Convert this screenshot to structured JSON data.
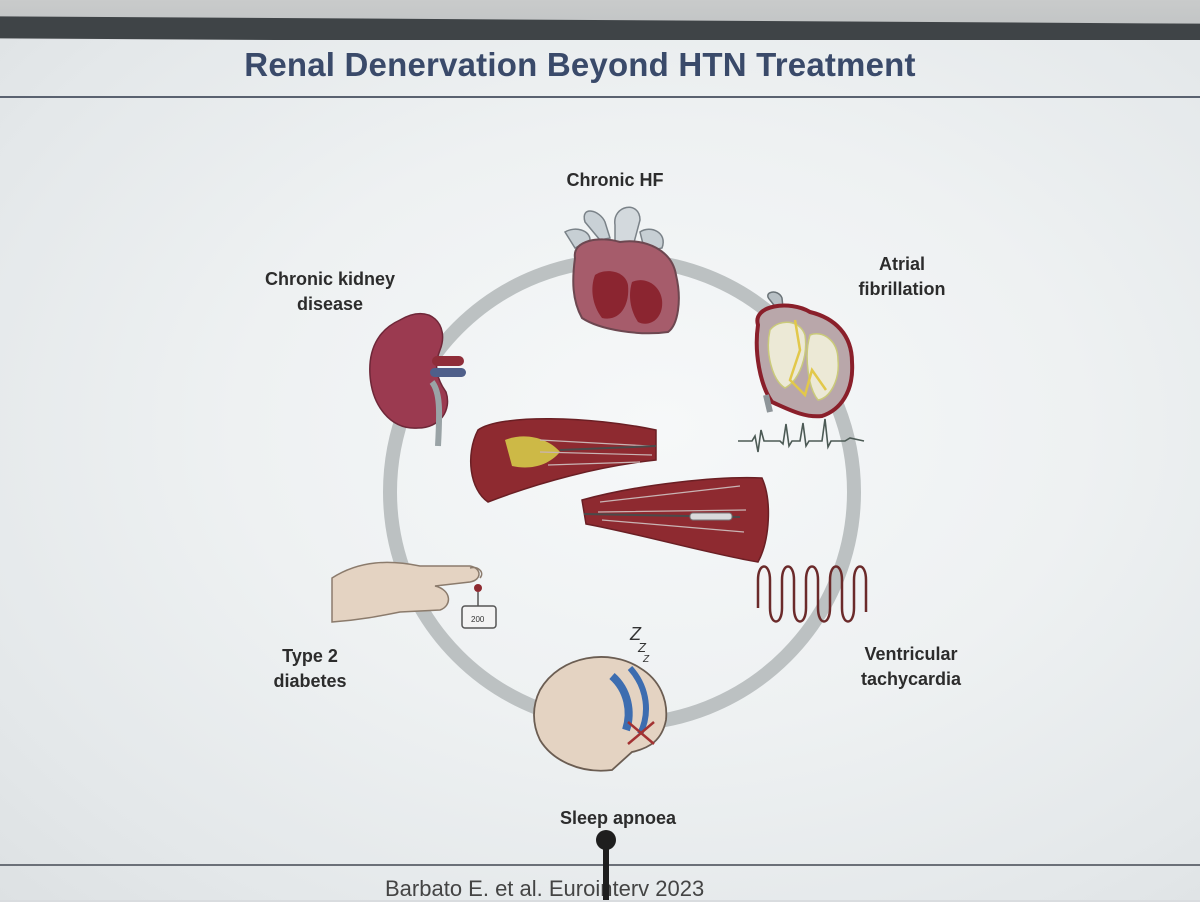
{
  "slide": {
    "title": "Renal Denervation Beyond HTN Treatment",
    "citation": "Barbato E. et al. Eurointerv 2023"
  },
  "diagram": {
    "conditions": {
      "chronic_hf": "Chronic HF",
      "atrial_fibrillation_line1": "Atrial",
      "atrial_fibrillation_line2": "fibrillation",
      "chronic_kidney_line1": "Chronic kidney",
      "chronic_kidney_line2": "disease",
      "ventricular_tachy_line1": "Ventricular",
      "ventricular_tachy_line2": "tachycardia",
      "type2_diabetes_line1": "Type 2",
      "type2_diabetes_line2": "diabetes",
      "sleep_apnoea": "Sleep apnoea"
    },
    "glucometer_reading": "200",
    "sleep_symbol": "Z"
  },
  "colors": {
    "title": "#3a4a6a",
    "cycle_ring": "#b9bebf",
    "organ_red": "#8b2a33",
    "vessel_red": "#8e2a30",
    "nerve_yellow": "#d8d24a",
    "airway_blue": "#3d6db0",
    "skin": "#e4d3c2"
  }
}
